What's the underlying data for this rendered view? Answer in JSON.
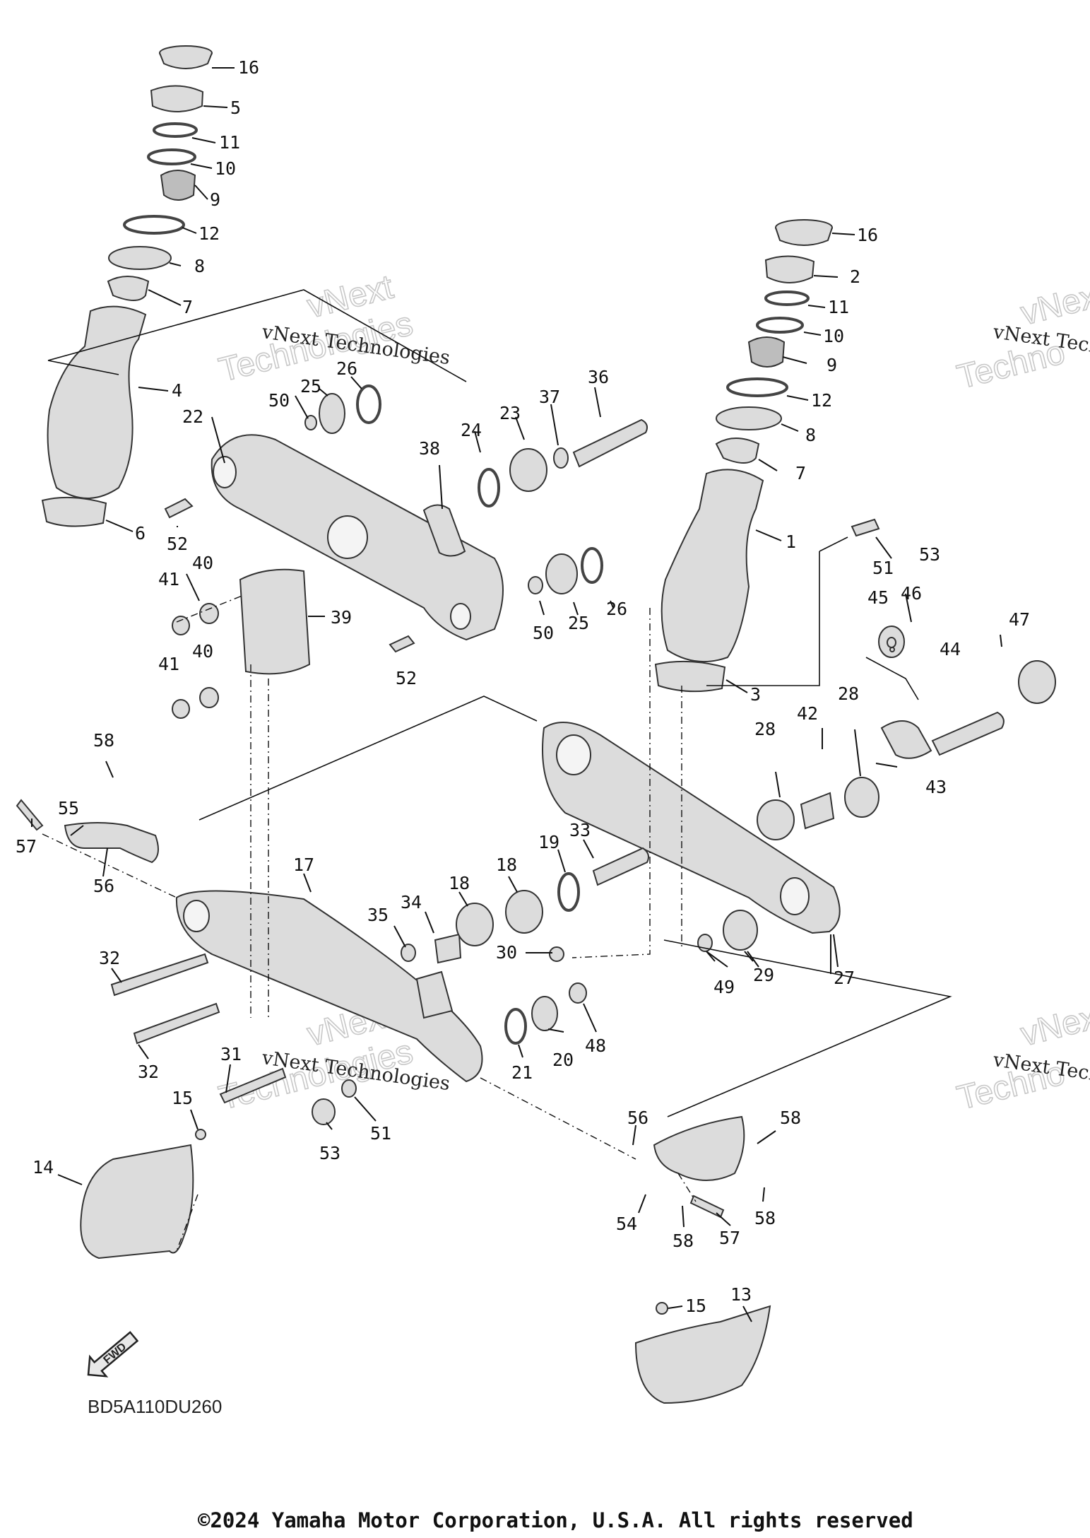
{
  "diagram": {
    "code": "BD5A110DU260",
    "copyright": "©2024 Yamaha Motor Corporation, U.S.A. All rights reserved",
    "direction_badge": "FWD",
    "watermark": {
      "line": "vNext Technologies",
      "ghost_top": "vNext",
      "ghost_bottom": "Technologies",
      "ghost_short": "Techno"
    },
    "callouts": [
      "16",
      "5",
      "11",
      "10",
      "9",
      "12",
      "8",
      "7",
      "4",
      "6",
      "22",
      "50",
      "25",
      "26",
      "38",
      "24",
      "23",
      "37",
      "36",
      "52",
      "40",
      "41",
      "39",
      "16",
      "2",
      "11",
      "10",
      "9",
      "12",
      "8",
      "7",
      "1",
      "51",
      "53",
      "45",
      "46",
      "47",
      "44",
      "50",
      "25",
      "26",
      "3",
      "42",
      "28",
      "28",
      "43",
      "58",
      "55",
      "57",
      "56",
      "17",
      "35",
      "34",
      "18",
      "18",
      "19",
      "33",
      "32",
      "30",
      "49",
      "29",
      "27",
      "32",
      "31",
      "21",
      "20",
      "48",
      "15",
      "14",
      "53",
      "51",
      "56",
      "58",
      "54",
      "58",
      "57",
      "58",
      "15",
      "13",
      "40",
      "41",
      "52"
    ]
  }
}
